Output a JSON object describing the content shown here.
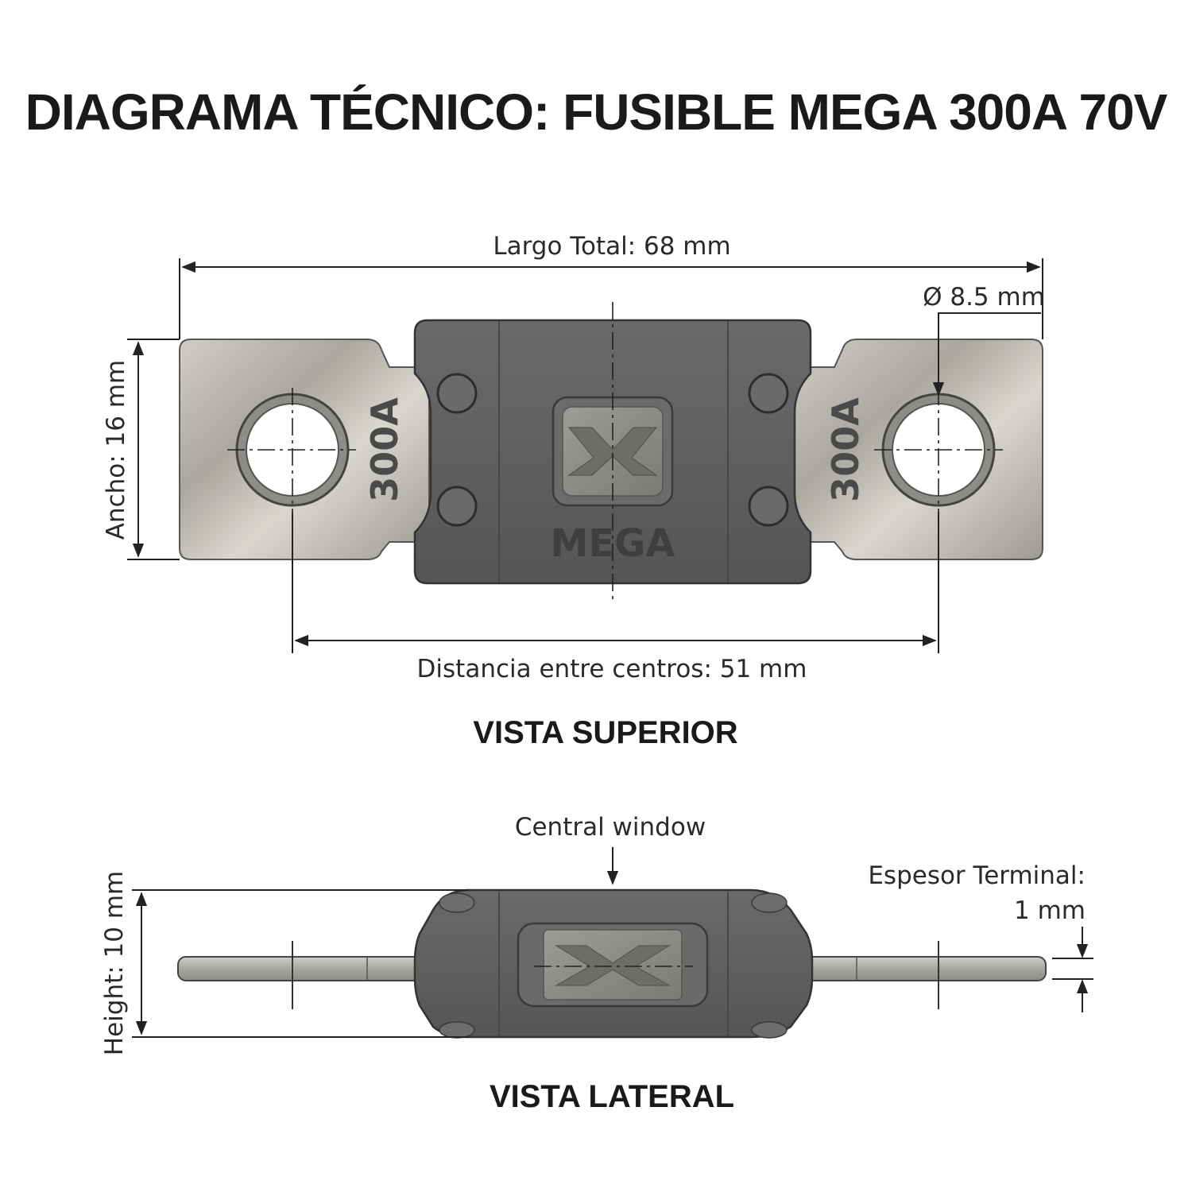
{
  "title": "DIAGRAMA TÉCNICO: FUSIBLE MEGA 300A 70V",
  "top_view": {
    "label": "VISTA SUPERIOR",
    "length_label": "Largo Total: 68 mm",
    "hole_label": "Ø 8.5 mm",
    "width_label": "Ancho: 16 mm",
    "center_distance_label": "Distancia entre centros: 51 mm",
    "terminal_marking": "300A",
    "body_marking": "MEGA"
  },
  "side_view": {
    "label": "VISTA LATERAL",
    "window_label": "Central window",
    "height_label": "Height: 10 mm",
    "thickness_label_line1": "Espesor Terminal:",
    "thickness_label_line2": "1 mm"
  },
  "colors": {
    "terminal": "#b9b7b0",
    "body": "#5e5e5e",
    "window": "#8c8a85",
    "ink": "#1a1a1a"
  }
}
